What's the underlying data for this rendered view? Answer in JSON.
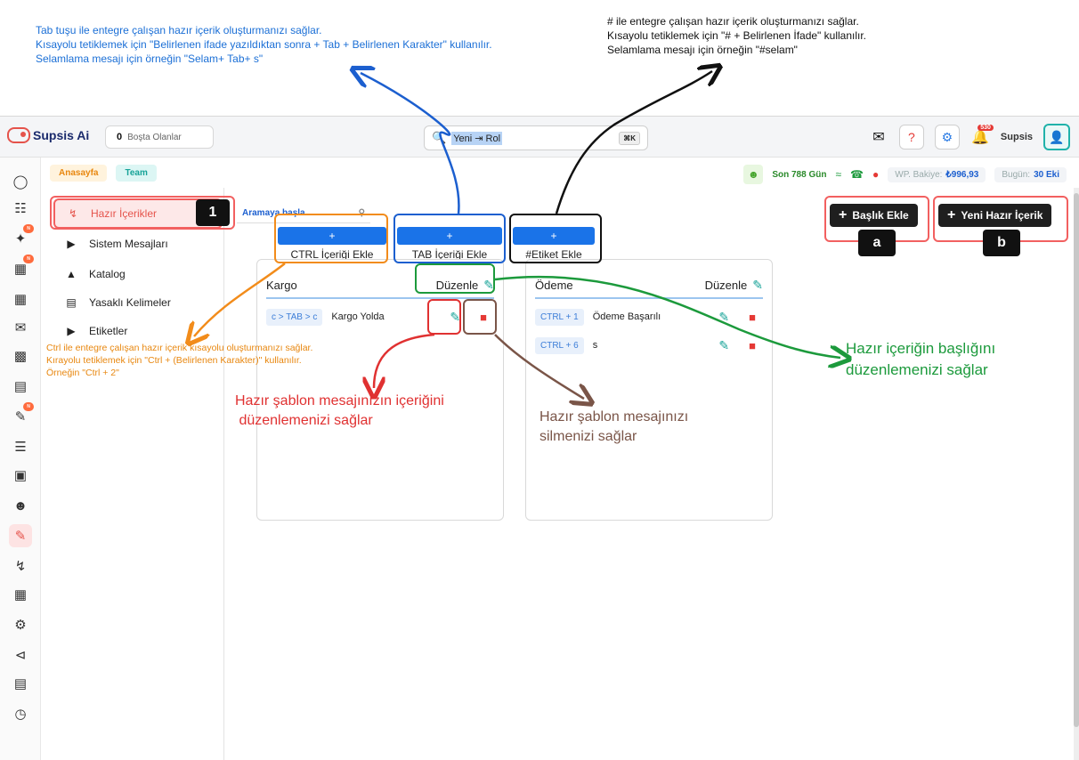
{
  "annotations": {
    "tab_note": [
      "Tab tuşu ile entegre çalışan hazır içerik oluşturmanızı sağlar.",
      "Kısayolu tetiklemek için \"Belirlenen ifade yazıldıktan sonra + Tab + Belirlenen Karakter\" kullanılır.",
      "Selamlama mesajı için örneğin \"Selam+ Tab+ s\""
    ],
    "hash_note": [
      "# ile entegre çalışan hazır içerik oluşturmanızı sağlar.",
      "Kısayolu tetiklemek için \"# +  Belirlenen İfade\" kullanılır.",
      "Selamlama mesajı için örneğin \"#selam\""
    ],
    "ctrl_note": [
      "Ctrl ile entegre çalışan hazır içerik kısayolu oluşturmanızı sağlar.",
      "Kırayolu tetiklemek için \"Ctrl + (Belirlenen Karakter)\" kullanılır.",
      "Örneğin \"Ctrl + 2\""
    ],
    "edit_note": [
      "Hazır şablon mesajınızın içeriğini",
      " düzenlemenizi sağlar"
    ],
    "delete_note": [
      "Hazır şablon mesajınızı",
      "silmenizi sağlar"
    ],
    "title_note": [
      "Hazır içeriğin başlığını",
      "düzenlemenizi sağlar"
    ],
    "badge_1": "1",
    "badge_a": "a",
    "badge_b": "b"
  },
  "topbar": {
    "brand": "Supsis Ai",
    "idle_count": "0",
    "idle_label": "Boşta Olanlar",
    "search_value": "Yeni ⇥ Rol",
    "search_shortcut": "⌘K",
    "notification_count": "530",
    "user_name": "Supsis"
  },
  "breadcrumbs": {
    "home": "Anasayfa",
    "team": "Team"
  },
  "status": {
    "days": "Son 788 Gün",
    "balance_label": "WP. Bakiye:",
    "balance_value": "₺996,93",
    "today_label": "Bugün:",
    "today_value": "30 Eki"
  },
  "sidebar": {
    "items": [
      {
        "label": "Hazır İçerikler",
        "icon": "bolt-icon"
      },
      {
        "label": "Sistem Mesajları",
        "icon": "megaphone-icon"
      },
      {
        "label": "Katalog",
        "icon": "shapes-icon"
      },
      {
        "label": "Yasaklı Kelimeler",
        "icon": "keyboard-icon"
      },
      {
        "label": "Etiketler",
        "icon": "tag-icon"
      }
    ]
  },
  "main": {
    "search_placeholder": "Aramaya başla",
    "ctrl_add_label": "CTRL İçeriği Ekle",
    "tab_add_label": "TAB İçeriği Ekle",
    "hash_add_label": "#Etiket Ekle",
    "plus": "+",
    "add_title_label": "Başlık Ekle",
    "new_content_label": "Yeni Hazır İçerik",
    "cards": [
      {
        "title": "Kargo",
        "edit_label": "Düzenle",
        "rows": [
          {
            "shortcut": "c > TAB > c",
            "text": "Kargo Yolda"
          }
        ]
      },
      {
        "title": "Ödeme",
        "edit_label": "Düzenle",
        "rows": [
          {
            "shortcut": "CTRL + 1",
            "text": "Ödeme Başarılı"
          },
          {
            "shortcut": "CTRL + 6",
            "text": "s"
          }
        ]
      }
    ]
  },
  "colors": {
    "accent_red": "#e5534b",
    "accent_blue": "#1a73e8",
    "accent_teal": "#17a398",
    "annotation_orange": "#f28c1b",
    "annotation_green": "#1c9a3c",
    "annotation_brown": "#7a5548"
  }
}
